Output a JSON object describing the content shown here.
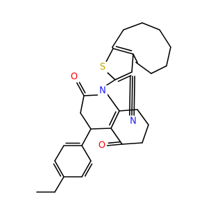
{
  "molecule": {
    "atoms": {
      "S": {
        "symbol": "S",
        "color": "#c8a400"
      },
      "N_nitrile": {
        "symbol": "N",
        "color": "#1a1aff"
      },
      "N_ring": {
        "symbol": "N",
        "color": "#1a1aff"
      },
      "O_lactam": {
        "symbol": "O",
        "color": "#ff0000"
      },
      "O_ketone": {
        "symbol": "O",
        "color": "#ff0000"
      }
    }
  }
}
